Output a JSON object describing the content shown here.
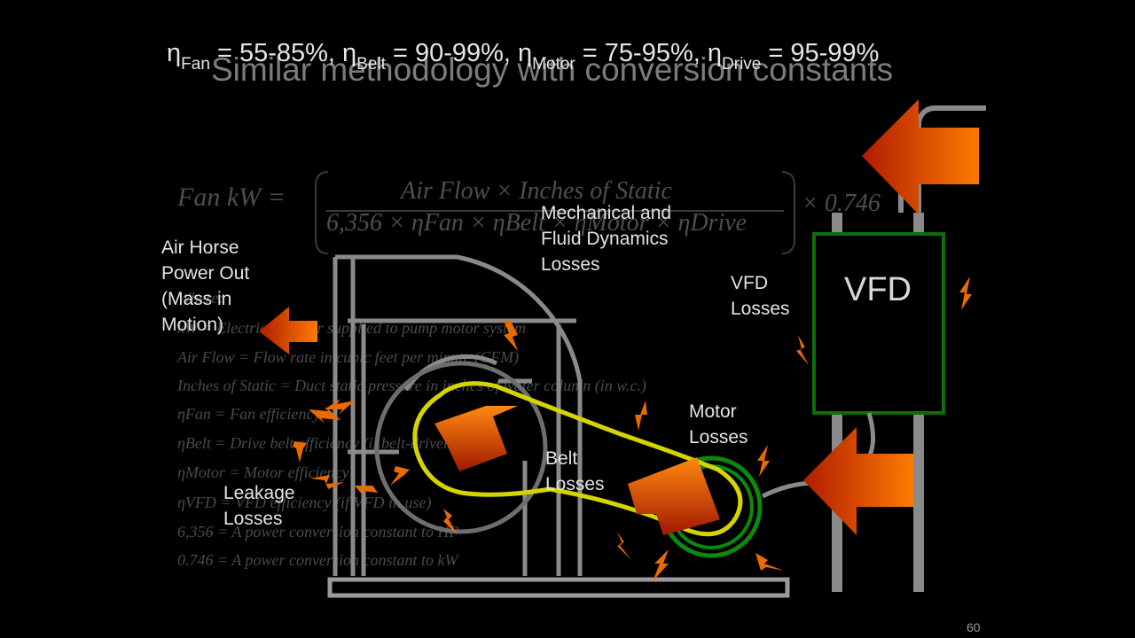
{
  "slide": {
    "ghost_title": "Similar methodology with conversion constants",
    "ghost_formula": {
      "lhs": "Fan  kW  =",
      "numerator": "Air Flow × Inches of  Static",
      "denominator": "6,356 × ηFan × ηBelt × ηMotor × ηDrive",
      "multiplier": "× 0.746"
    },
    "ghost_definitions": [
      "Where:",
      "kW = Electrical power supplied to pump motor system",
      "Air Flow = Flow rate in cubic feet per minute (CFM)",
      "Inches of  Static = Duct static pressure in inches of water column (in w.c.)",
      "ηFan = Fan efficiency",
      "ηBelt = Drive belt efficiency (if belt-driven)",
      "ηMotor = Motor efficiency",
      "ηVFD = VFD efficiency (if VFD in use)",
      "6,356 = A power conversion constant to HP",
      "0.746 = A power conversion constant to kW"
    ],
    "efficiency_line": [
      {
        "symbol": "η",
        "sub": "Fan",
        "value": " = 55-85%, "
      },
      {
        "symbol": "η",
        "sub": "Belt",
        "value": " = 90-99%, "
      },
      {
        "symbol": "η",
        "sub": "Motor",
        "value": " = 75-95%, "
      },
      {
        "symbol": "η",
        "sub": "Drive",
        "value": " = 95-99%"
      }
    ],
    "labels": {
      "air_hp_out": [
        "Air Horse",
        "Power Out",
        "(Mass in",
        "Motion)"
      ],
      "mech_fluid": [
        "Mechanical and",
        "Fluid Dynamics",
        "Losses"
      ],
      "vfd_losses": [
        "VFD",
        "Losses"
      ],
      "vfd_box": "VFD",
      "motor_losses": [
        "Motor",
        "Losses"
      ],
      "belt_losses": [
        "Belt",
        "Losses"
      ],
      "leakage_losses": [
        "Leakage",
        "Losses"
      ]
    },
    "page_number": "60"
  },
  "colors": {
    "background": "#000000",
    "frame_gray": "#8a8a8a",
    "belt_yellow": "#d4d400",
    "motor_green": "#0a8a0a",
    "vfd_green": "#0e6e0e",
    "arrow_orange": "#e06000",
    "arrow_red": "#a01800",
    "text": "#e4e4e4"
  }
}
